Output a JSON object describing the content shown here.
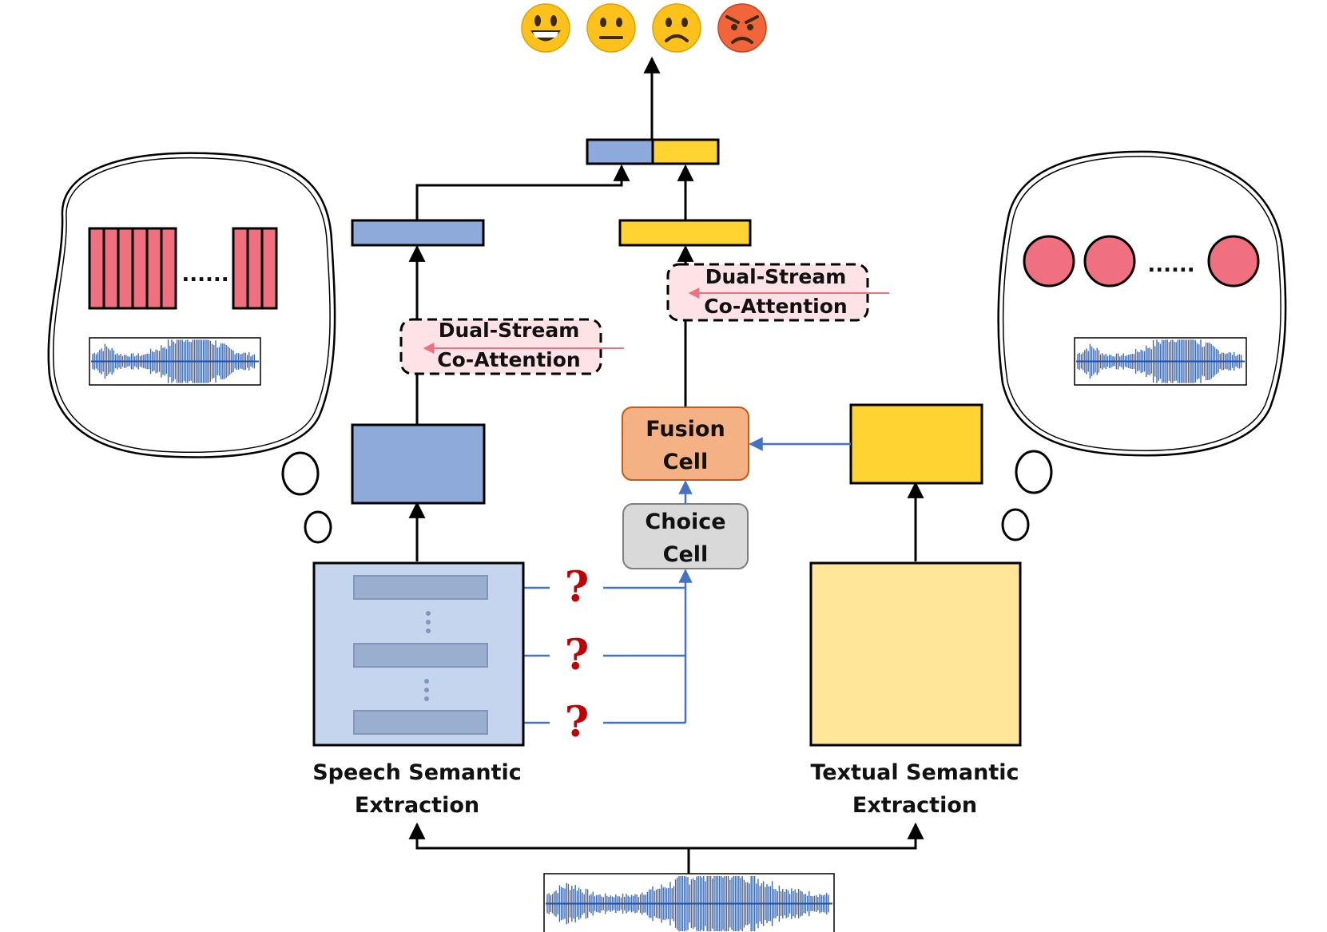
{
  "labels": {
    "speech_extraction_line1": "Speech Semantic",
    "speech_extraction_line2": "Extraction",
    "text_extraction_line1": "Textual Semantic",
    "text_extraction_line2": "Extraction",
    "fusion_line1": "Fusion",
    "fusion_line2": "Cell",
    "choice_line1": "Choice",
    "choice_line2": "Cell",
    "coattn_left_line1": "Dual-Stream",
    "coattn_left_line2": "Co-Attention",
    "coattn_right_line1": "Dual-Stream",
    "coattn_right_line2": "Co-Attention",
    "question_mark": "?",
    "ellipsis": "......"
  },
  "emojis": [
    {
      "name": "happy",
      "icon": "grinning-face-icon"
    },
    {
      "name": "neutral",
      "icon": "neutral-face-icon"
    },
    {
      "name": "sad",
      "icon": "slightly-frowning-face-icon"
    },
    {
      "name": "angry",
      "icon": "angry-face-icon"
    }
  ],
  "colors": {
    "speech_blue": "#8eaadb",
    "speech_light": "#c5d5ed",
    "layer_bar": "#9aaed0",
    "text_yellow": "#ffd432",
    "text_light": "#ffe699",
    "fusion_orange": "#f4b183",
    "choice_gray": "#d9d9d9",
    "attention_pink": "#fde3e6",
    "token_red": "#f07080",
    "arrow_blue": "#4472c4",
    "arrow_pink": "#f07080",
    "question_red": "#c00000",
    "waveform_blue": "#1f4fa8"
  }
}
